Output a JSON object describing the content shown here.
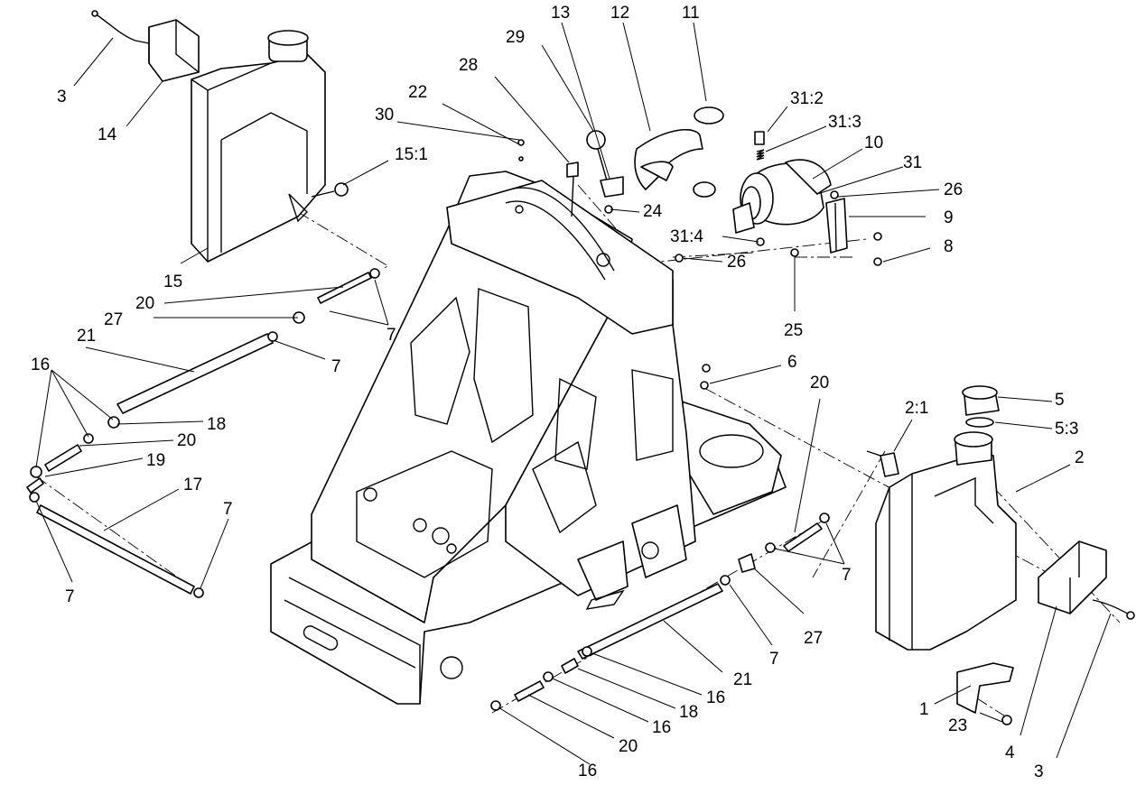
{
  "callouts": [
    {
      "text": "3"
    },
    {
      "text": "14"
    },
    {
      "text": "15"
    },
    {
      "text": "15:1"
    },
    {
      "text": "20"
    },
    {
      "text": "27"
    },
    {
      "text": "7"
    },
    {
      "text": "21"
    },
    {
      "text": "7"
    },
    {
      "text": "16"
    },
    {
      "text": "18"
    },
    {
      "text": "20"
    },
    {
      "text": "19"
    },
    {
      "text": "17"
    },
    {
      "text": "7"
    },
    {
      "text": "7"
    },
    {
      "text": "30"
    },
    {
      "text": "22"
    },
    {
      "text": "28"
    },
    {
      "text": "29"
    },
    {
      "text": "13"
    },
    {
      "text": "12"
    },
    {
      "text": "11"
    },
    {
      "text": "31:2"
    },
    {
      "text": "31:3"
    },
    {
      "text": "10"
    },
    {
      "text": "31"
    },
    {
      "text": "26"
    },
    {
      "text": "9"
    },
    {
      "text": "24"
    },
    {
      "text": "31:4"
    },
    {
      "text": "26"
    },
    {
      "text": "8"
    },
    {
      "text": "25"
    },
    {
      "text": "6"
    },
    {
      "text": "20"
    },
    {
      "text": "2:1"
    },
    {
      "text": "5"
    },
    {
      "text": "5:3"
    },
    {
      "text": "2"
    },
    {
      "text": "7"
    },
    {
      "text": "27"
    },
    {
      "text": "7"
    },
    {
      "text": "21"
    },
    {
      "text": "16"
    },
    {
      "text": "18"
    },
    {
      "text": "16"
    },
    {
      "text": "20"
    },
    {
      "text": "16"
    },
    {
      "text": "1"
    },
    {
      "text": "23"
    },
    {
      "text": "4"
    },
    {
      "text": "3"
    }
  ]
}
